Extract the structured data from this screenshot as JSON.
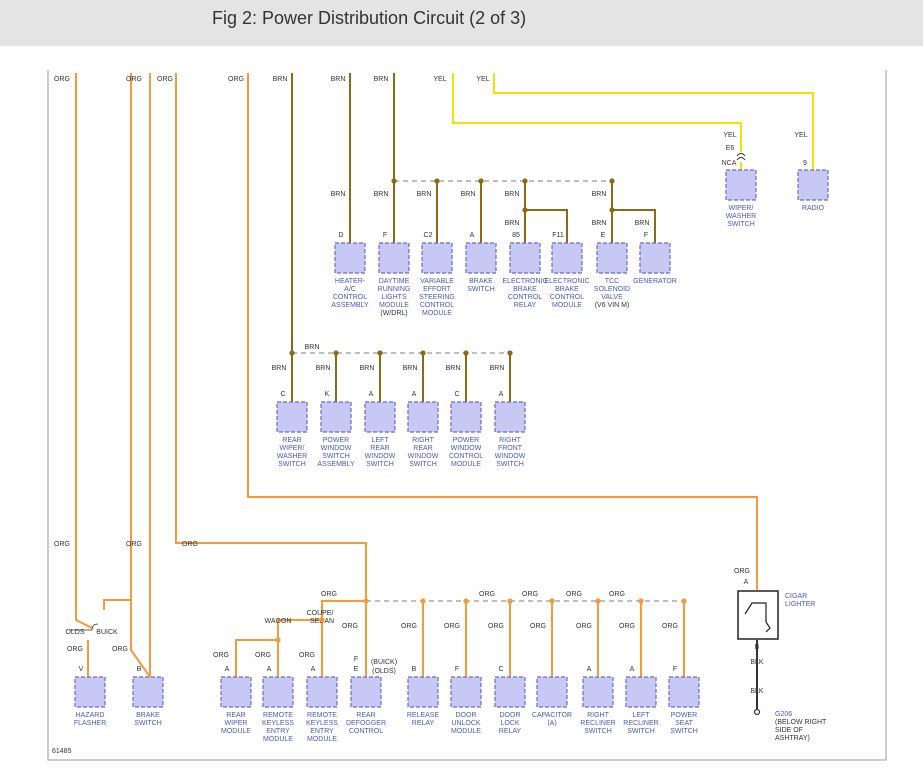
{
  "title": "Fig 2: Power Distribution Circuit (2 of 3)",
  "figure_number": "61485",
  "colors": {
    "org": "#f39a3a",
    "brn": "#8a6a14",
    "yel": "#f2e200",
    "blk": "#333333",
    "component_fill": "#c8c8f4",
    "component_border": "#6a6ad0",
    "label_text": "#4a5ab8",
    "wire_text": "#333333"
  },
  "wire_labels": {
    "org": "ORG",
    "brn": "BRN",
    "yel": "YEL",
    "blk": "BLK",
    "e6": "E6",
    "nca": "NCA",
    "nine": "9",
    "olds": "OLDS",
    "buick": "BUICK",
    "wagon": "WAGON",
    "coupe": "COUPE/",
    "sedan": "SEDAN",
    "buick_p": "(BUICK)",
    "olds_p": "(OLDS)"
  },
  "components": {
    "heater": {
      "pin": "D",
      "lines": [
        "HEATER-",
        "A/C",
        "CONTROL",
        "ASSEMBLY"
      ]
    },
    "drl": {
      "pin": "F",
      "lines": [
        "DAYTIME",
        "RUNNING",
        "LIGHTS",
        "MODULE"
      ],
      "note": "(W/DRL)"
    },
    "vesc": {
      "pin": "C2",
      "lines": [
        "VARIABLE",
        "EFFORT",
        "STEERING",
        "CONTROL",
        "MODULE"
      ]
    },
    "brake_sw_top": {
      "pin": "A",
      "lines": [
        "BRAKE",
        "SWITCH"
      ]
    },
    "ebcr": {
      "pin": "85",
      "lines": [
        "ELECTRONIC",
        "BRAKE",
        "CONTROL",
        "RELAY"
      ]
    },
    "ebcm": {
      "pin": "F11",
      "lines": [
        "ELECTRONIC",
        "BRAKE",
        "CONTROL",
        "MODULE"
      ]
    },
    "tcc": {
      "pin": "E",
      "lines": [
        "TCC",
        "SOLENOID",
        "VALVE"
      ],
      "note": "(V6 VIN M)"
    },
    "generator": {
      "pin": "F",
      "lines": [
        "GENERATOR"
      ]
    },
    "wiper_washer": {
      "lines": [
        "WIPER/",
        "WASHER",
        "SWITCH"
      ]
    },
    "radio": {
      "lines": [
        "RADIO"
      ]
    },
    "rear_wiper_washer": {
      "pin": "C",
      "lines": [
        "REAR",
        "WIPER/",
        "WASHER",
        "SWITCH"
      ]
    },
    "pw_switch": {
      "pin": "K",
      "lines": [
        "POWER",
        "WINDOW",
        "SWITCH",
        "ASSEMBLY"
      ]
    },
    "lr_window": {
      "pin": "A",
      "lines": [
        "LEFT",
        "REAR",
        "WINDOW",
        "SWITCH"
      ]
    },
    "rr_window": {
      "pin": "A",
      "lines": [
        "RIGHT",
        "REAR",
        "WINDOW",
        "SWITCH"
      ]
    },
    "pw_module": {
      "pin": "C",
      "lines": [
        "POWER",
        "WINDOW",
        "CONTROL",
        "MODULE"
      ]
    },
    "rf_window": {
      "pin": "A",
      "lines": [
        "RIGHT",
        "FRONT",
        "WINDOW",
        "SWITCH"
      ]
    },
    "hazard": {
      "pin": "V",
      "lines": [
        "HAZARD",
        "FLASHER"
      ]
    },
    "brake_sw_bot": {
      "pin": "B",
      "lines": [
        "BRAKE",
        "SWITCH"
      ]
    },
    "rear_wiper_mod": {
      "pin": "A",
      "lines": [
        "REAR",
        "WIPER",
        "MODULE"
      ]
    },
    "rke1": {
      "pin": "A",
      "lines": [
        "REMOTE",
        "KEYLESS",
        "ENTRY",
        "MODULE"
      ]
    },
    "rke2": {
      "pin": "A",
      "lines": [
        "REMOTE",
        "KEYLESS",
        "ENTRY",
        "MODULE"
      ]
    },
    "defogger": {
      "pin": "F",
      "pin2": "E",
      "lines": [
        "REAR",
        "DEFOGGER",
        "CONTROL"
      ]
    },
    "release": {
      "pin": "B",
      "lines": [
        "RELEASE",
        "RELAY"
      ]
    },
    "door_unlock": {
      "pin": "F",
      "lines": [
        "DOOR",
        "UNLOCK",
        "MODULE"
      ]
    },
    "door_lock": {
      "pin": "C",
      "lines": [
        "DOOR",
        "LOCK",
        "RELAY"
      ]
    },
    "capacitor": {
      "lines": [
        "CAPACITOR",
        "(A)"
      ]
    },
    "r_recliner": {
      "pin": "A",
      "lines": [
        "RIGHT",
        "RECLINER",
        "SWITCH"
      ]
    },
    "l_recliner": {
      "pin": "A",
      "lines": [
        "LEFT",
        "RECLINER",
        "SWITCH"
      ]
    },
    "power_seat": {
      "pin": "F",
      "lines": [
        "POWER",
        "SEAT",
        "SWITCH"
      ]
    },
    "cigar": {
      "pin": "A",
      "pin2": "B",
      "lines": [
        "CIGAR",
        "LIGHTER"
      ]
    },
    "ground": {
      "lines": [
        "G206",
        "(BELOW RIGHT",
        "SIDE OF",
        "ASHTRAY)"
      ]
    }
  }
}
